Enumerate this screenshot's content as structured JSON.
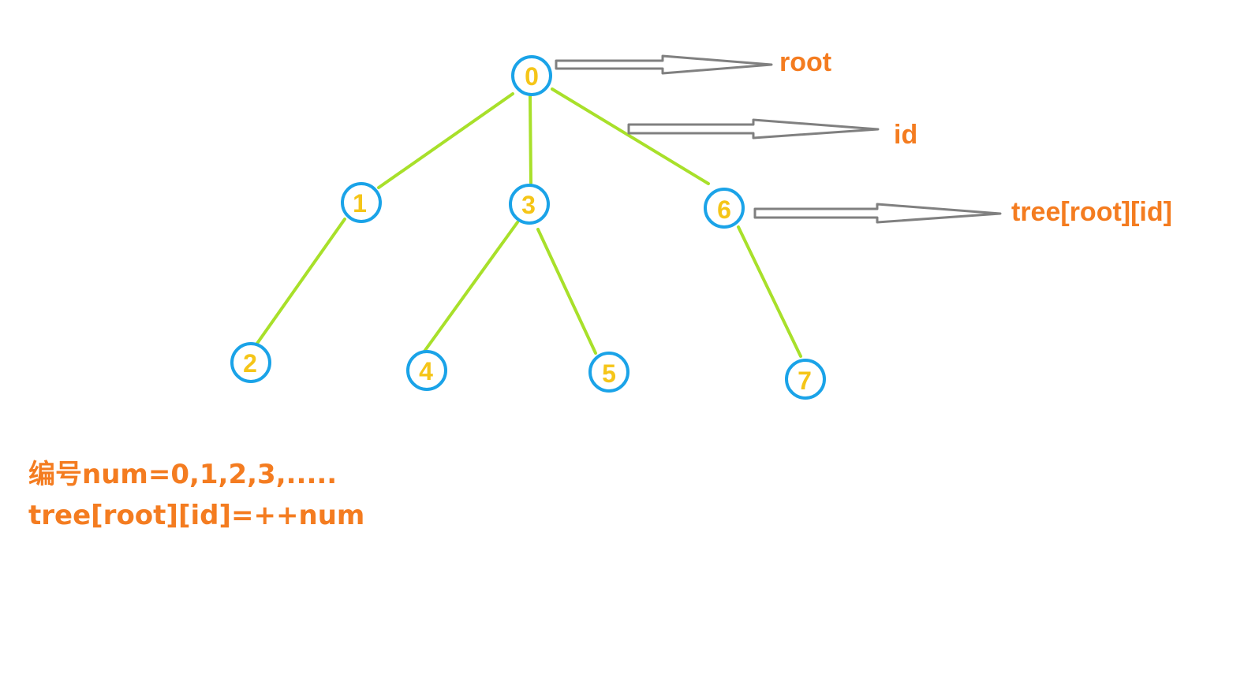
{
  "colors": {
    "edge": "#a8e02a",
    "node_stroke": "#1aa3e8",
    "node_fill": "#ffffff",
    "node_text": "#f5c518",
    "annotation_text": "#f47c20",
    "arrow": "#808080"
  },
  "nodes": [
    {
      "id": "n0",
      "label": "0"
    },
    {
      "id": "n1",
      "label": "1"
    },
    {
      "id": "n3",
      "label": "3"
    },
    {
      "id": "n6",
      "label": "6"
    },
    {
      "id": "n2",
      "label": "2"
    },
    {
      "id": "n4",
      "label": "4"
    },
    {
      "id": "n5",
      "label": "5"
    },
    {
      "id": "n7",
      "label": "7"
    }
  ],
  "edges": [
    {
      "from": "n0",
      "to": "n1"
    },
    {
      "from": "n0",
      "to": "n3"
    },
    {
      "from": "n0",
      "to": "n6"
    },
    {
      "from": "n1",
      "to": "n2"
    },
    {
      "from": "n3",
      "to": "n4"
    },
    {
      "from": "n3",
      "to": "n5"
    },
    {
      "from": "n6",
      "to": "n7"
    }
  ],
  "annotations": {
    "root": "root",
    "id": "id",
    "tree": "tree[root][id]"
  },
  "notes": {
    "line1": "编号num=0,1,2,3,.....",
    "line2": "tree[root][id]=++num"
  }
}
